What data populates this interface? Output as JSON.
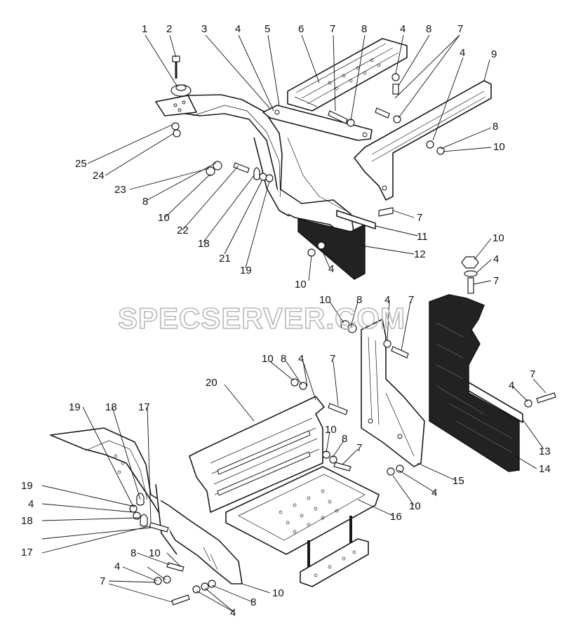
{
  "watermark": "SPECSERVER.COM",
  "callouts": [
    {
      "id": "c1",
      "text": "1"
    },
    {
      "id": "c2",
      "text": "2"
    },
    {
      "id": "c3",
      "text": "3"
    },
    {
      "id": "c4a",
      "text": "4"
    },
    {
      "id": "c5",
      "text": "5"
    },
    {
      "id": "c6",
      "text": "6"
    },
    {
      "id": "c7a",
      "text": "7"
    },
    {
      "id": "c8a",
      "text": "8"
    },
    {
      "id": "c4b",
      "text": "4"
    },
    {
      "id": "c8b",
      "text": "8"
    },
    {
      "id": "c7b",
      "text": "7"
    },
    {
      "id": "c4c",
      "text": "4"
    },
    {
      "id": "c9",
      "text": "9"
    },
    {
      "id": "c8c",
      "text": "8"
    },
    {
      "id": "c10a",
      "text": "10"
    },
    {
      "id": "c25",
      "text": "25"
    },
    {
      "id": "c24",
      "text": "24"
    },
    {
      "id": "c23",
      "text": "23"
    },
    {
      "id": "c8d",
      "text": "8"
    },
    {
      "id": "c10b",
      "text": "10"
    },
    {
      "id": "c22",
      "text": "22"
    },
    {
      "id": "c18a",
      "text": "18"
    },
    {
      "id": "c21",
      "text": "21"
    },
    {
      "id": "c19a",
      "text": "19"
    },
    {
      "id": "c7c",
      "text": "7"
    },
    {
      "id": "c11",
      "text": "11"
    },
    {
      "id": "c12",
      "text": "12"
    },
    {
      "id": "c4d",
      "text": "4"
    },
    {
      "id": "c10c",
      "text": "10"
    },
    {
      "id": "c10d",
      "text": "10"
    },
    {
      "id": "c4e",
      "text": "4"
    },
    {
      "id": "c7d",
      "text": "7"
    },
    {
      "id": "c10e",
      "text": "10"
    },
    {
      "id": "c8e",
      "text": "8"
    },
    {
      "id": "c4f",
      "text": "4"
    },
    {
      "id": "c7e",
      "text": "7"
    },
    {
      "id": "c10f",
      "text": "10"
    },
    {
      "id": "c8f",
      "text": "8"
    },
    {
      "id": "c4g",
      "text": "4"
    },
    {
      "id": "c7f",
      "text": "7"
    },
    {
      "id": "c20",
      "text": "20"
    },
    {
      "id": "c7g",
      "text": "7"
    },
    {
      "id": "c4h",
      "text": "4"
    },
    {
      "id": "c19b",
      "text": "19"
    },
    {
      "id": "c18b",
      "text": "18"
    },
    {
      "id": "c17a",
      "text": "17"
    },
    {
      "id": "c10g",
      "text": "10"
    },
    {
      "id": "c8g",
      "text": "8"
    },
    {
      "id": "c7h",
      "text": "7"
    },
    {
      "id": "c13",
      "text": "13"
    },
    {
      "id": "c14",
      "text": "14"
    },
    {
      "id": "c15",
      "text": "15"
    },
    {
      "id": "c4i",
      "text": "4"
    },
    {
      "id": "c10h",
      "text": "10"
    },
    {
      "id": "c16",
      "text": "16"
    },
    {
      "id": "c19c",
      "text": "19"
    },
    {
      "id": "c4j",
      "text": "4"
    },
    {
      "id": "c18c",
      "text": "18"
    },
    {
      "id": "c17b",
      "text": "17"
    },
    {
      "id": "c8h",
      "text": "8"
    },
    {
      "id": "c10i",
      "text": "10"
    },
    {
      "id": "c4k",
      "text": "4"
    },
    {
      "id": "c7i",
      "text": "7"
    },
    {
      "id": "c10j",
      "text": "10"
    },
    {
      "id": "c8i",
      "text": "8"
    },
    {
      "id": "c4l",
      "text": "4"
    }
  ]
}
